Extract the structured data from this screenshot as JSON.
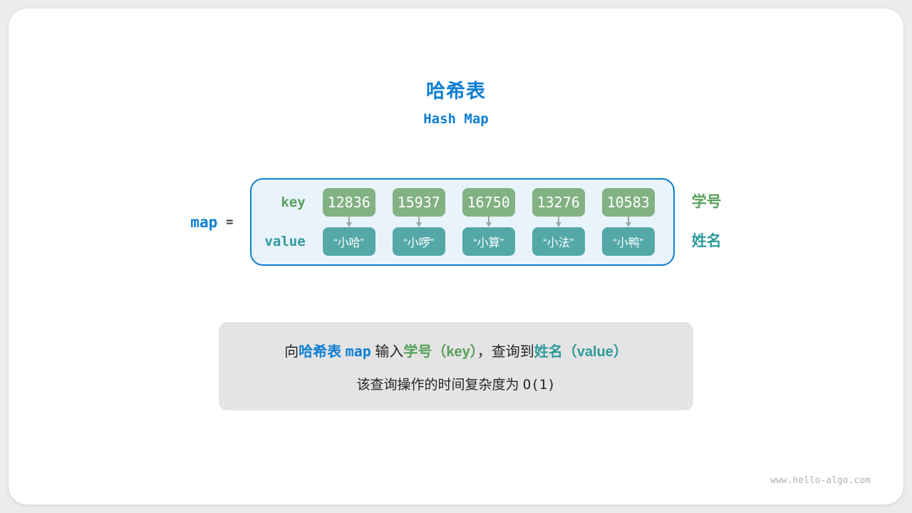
{
  "colors": {
    "accent_blue": "#0d7fd3",
    "key_green": "#82b182",
    "key_label_green": "#56a05a",
    "value_teal": "#54a8a8",
    "value_label_teal": "#2f9a9a",
    "map_box_fill": "#e9f3fb",
    "note_background": "#e4e4e4",
    "arrow_gray": "#96a9a9"
  },
  "header": {
    "title": "哈希表",
    "subtitle": "Hash Map"
  },
  "diagram": {
    "map_label": "map",
    "equals_sign": "=",
    "key_row_label": "key",
    "value_row_label": "value",
    "keys": [
      "12836",
      "15937",
      "16750",
      "13276",
      "10583"
    ],
    "values": [
      "“小哈”",
      "“小啰”",
      "“小算”",
      "“小法”",
      "“小鸭”"
    ],
    "keys_caption": "学号",
    "values_caption": "姓名"
  },
  "note": {
    "segments": [
      {
        "text": "向"
      },
      {
        "text": "哈希表 "
      },
      {
        "text": "map"
      },
      {
        "text": " 输入"
      },
      {
        "text": "学号（key）"
      },
      {
        "text": "，查询到"
      },
      {
        "text": "姓名（value）"
      }
    ],
    "line2_text": "该查询操作的时间复杂度为 ",
    "line2_code": "O(1)"
  },
  "footer": {
    "watermark": "www.hello-algo.com"
  }
}
